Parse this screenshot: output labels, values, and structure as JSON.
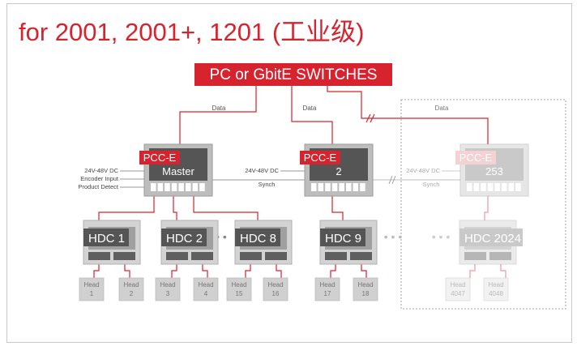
{
  "title": "for 2001, 2001+, 1201 (工业级)",
  "top_box": "PC or GbitE SWITCHES",
  "data_label": "Data",
  "synch_label": "Synch",
  "power_label": "24V-48V DC",
  "master_inputs": [
    "24V-48V DC",
    "Encoder Input",
    "Product Detect"
  ],
  "pcc_label": "PCC-E",
  "pcc_units": [
    {
      "name": "Master",
      "faded": false
    },
    {
      "name": "2",
      "faded": false
    },
    {
      "name": "253",
      "faded": true
    }
  ],
  "hdc_units": [
    {
      "name": "HDC 1",
      "faded": false
    },
    {
      "name": "HDC 2",
      "faded": false
    },
    {
      "name": "HDC 8",
      "faded": false
    },
    {
      "name": "HDC 9",
      "faded": false
    },
    {
      "name": "HDC 2024",
      "faded": true
    }
  ],
  "heads": [
    {
      "label": "Head",
      "num": "1",
      "faded": false
    },
    {
      "label": "Head",
      "num": "2",
      "faded": false
    },
    {
      "label": "Head",
      "num": "3",
      "faded": false
    },
    {
      "label": "Head",
      "num": "4",
      "faded": false
    },
    {
      "label": "Head",
      "num": "15",
      "faded": false
    },
    {
      "label": "Head",
      "num": "16",
      "faded": false
    },
    {
      "label": "Head",
      "num": "17",
      "faded": false
    },
    {
      "label": "Head",
      "num": "18",
      "faded": false
    },
    {
      "label": "Head",
      "num": "4047",
      "faded": true
    },
    {
      "label": "Head",
      "num": "4048",
      "faded": true
    }
  ],
  "colors": {
    "accent": "#d6232e",
    "accent_faded": "#e89a9e",
    "module_dark": "#555555",
    "module_light": "#d3d3d3"
  }
}
